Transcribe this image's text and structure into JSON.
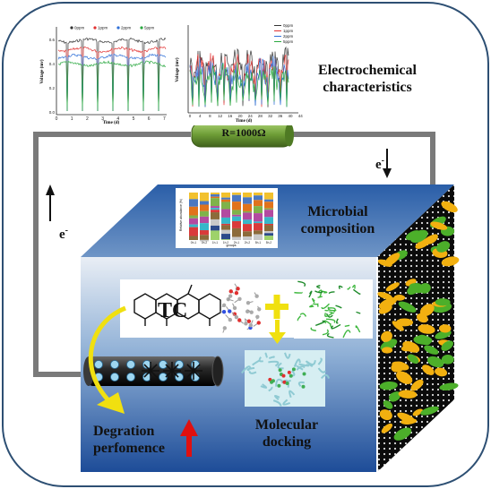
{
  "labels": {
    "electrochem": "Electrochemical characteristics",
    "microbial": "Microbial composition",
    "molecular": "Molecular docking",
    "degradation": "Degration perfomence",
    "resistor": "R=1000Ω",
    "electron_left": "e",
    "electron_right": "e",
    "electron_sup": "-",
    "tc": "TC"
  },
  "charts": {
    "left": {
      "legend": [
        "0ppm",
        "1ppm",
        "2ppm",
        "5ppm"
      ],
      "ylabel": "Voltage (mv)",
      "xlabel": "Time (d)",
      "yticks": [
        "0.0",
        "0.2",
        "0.4",
        "0.6"
      ],
      "xticks": [
        "0",
        "1",
        "2",
        "3",
        "4",
        "5",
        "6",
        "7"
      ]
    },
    "right": {
      "legend": [
        "0ppm",
        "1ppm",
        "2ppm",
        "5ppm"
      ],
      "ylabel": "Voltage (mv)",
      "xlabel": "Time (d)",
      "xticks": [
        "0",
        "4",
        "8",
        "12",
        "16",
        "20",
        "24",
        "28",
        "32",
        "36",
        "40",
        "44"
      ]
    },
    "bars": {
      "ylabel": "Relative abundance (%)",
      "xlabel": "groups",
      "xticks": [
        "0h-1",
        "0h-2",
        "1h-1",
        "1h-2",
        "2h-1",
        "2h-2",
        "5h-1",
        "5h-2"
      ]
    }
  },
  "colors": {
    "series": [
      "#333333",
      "#e23030",
      "#2f6fd8",
      "#2aa840"
    ],
    "frame": "#2d4f73",
    "wire": "#7a7a7a",
    "resistor": "#6b9a3a",
    "box_front_top": "#e8eef6",
    "box_front_bottom": "#1f4f9a",
    "arrow_red": "#e01010",
    "arrow_yellow": "#f0e010"
  }
}
